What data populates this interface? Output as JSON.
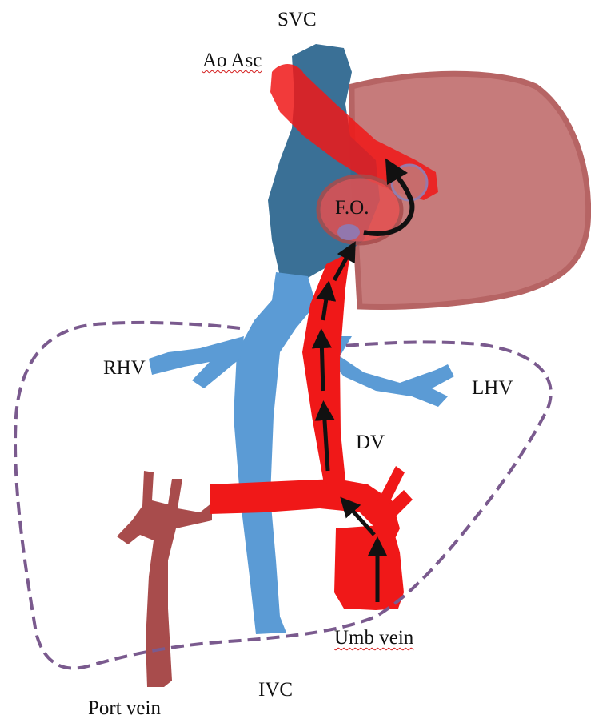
{
  "labels": {
    "svc": "SVC",
    "ao_asc": "Ao Asc",
    "fo": "F.O.",
    "rhv": "RHV",
    "lhv": "LHV",
    "dv": "DV",
    "umb_vein": "Umb vein",
    "port_vein": "Port vein",
    "ivc": "IVC"
  },
  "colors": {
    "oxygenated": "#f01818",
    "deoxygenated_vein": "#5b9bd5",
    "svc": "#2f6890",
    "heart": "#c07070",
    "portal": "#a84c4c",
    "liver_outline": "#7a5a8e",
    "arrow": "#111111",
    "spellcheck_underline": "#d41c1c"
  }
}
